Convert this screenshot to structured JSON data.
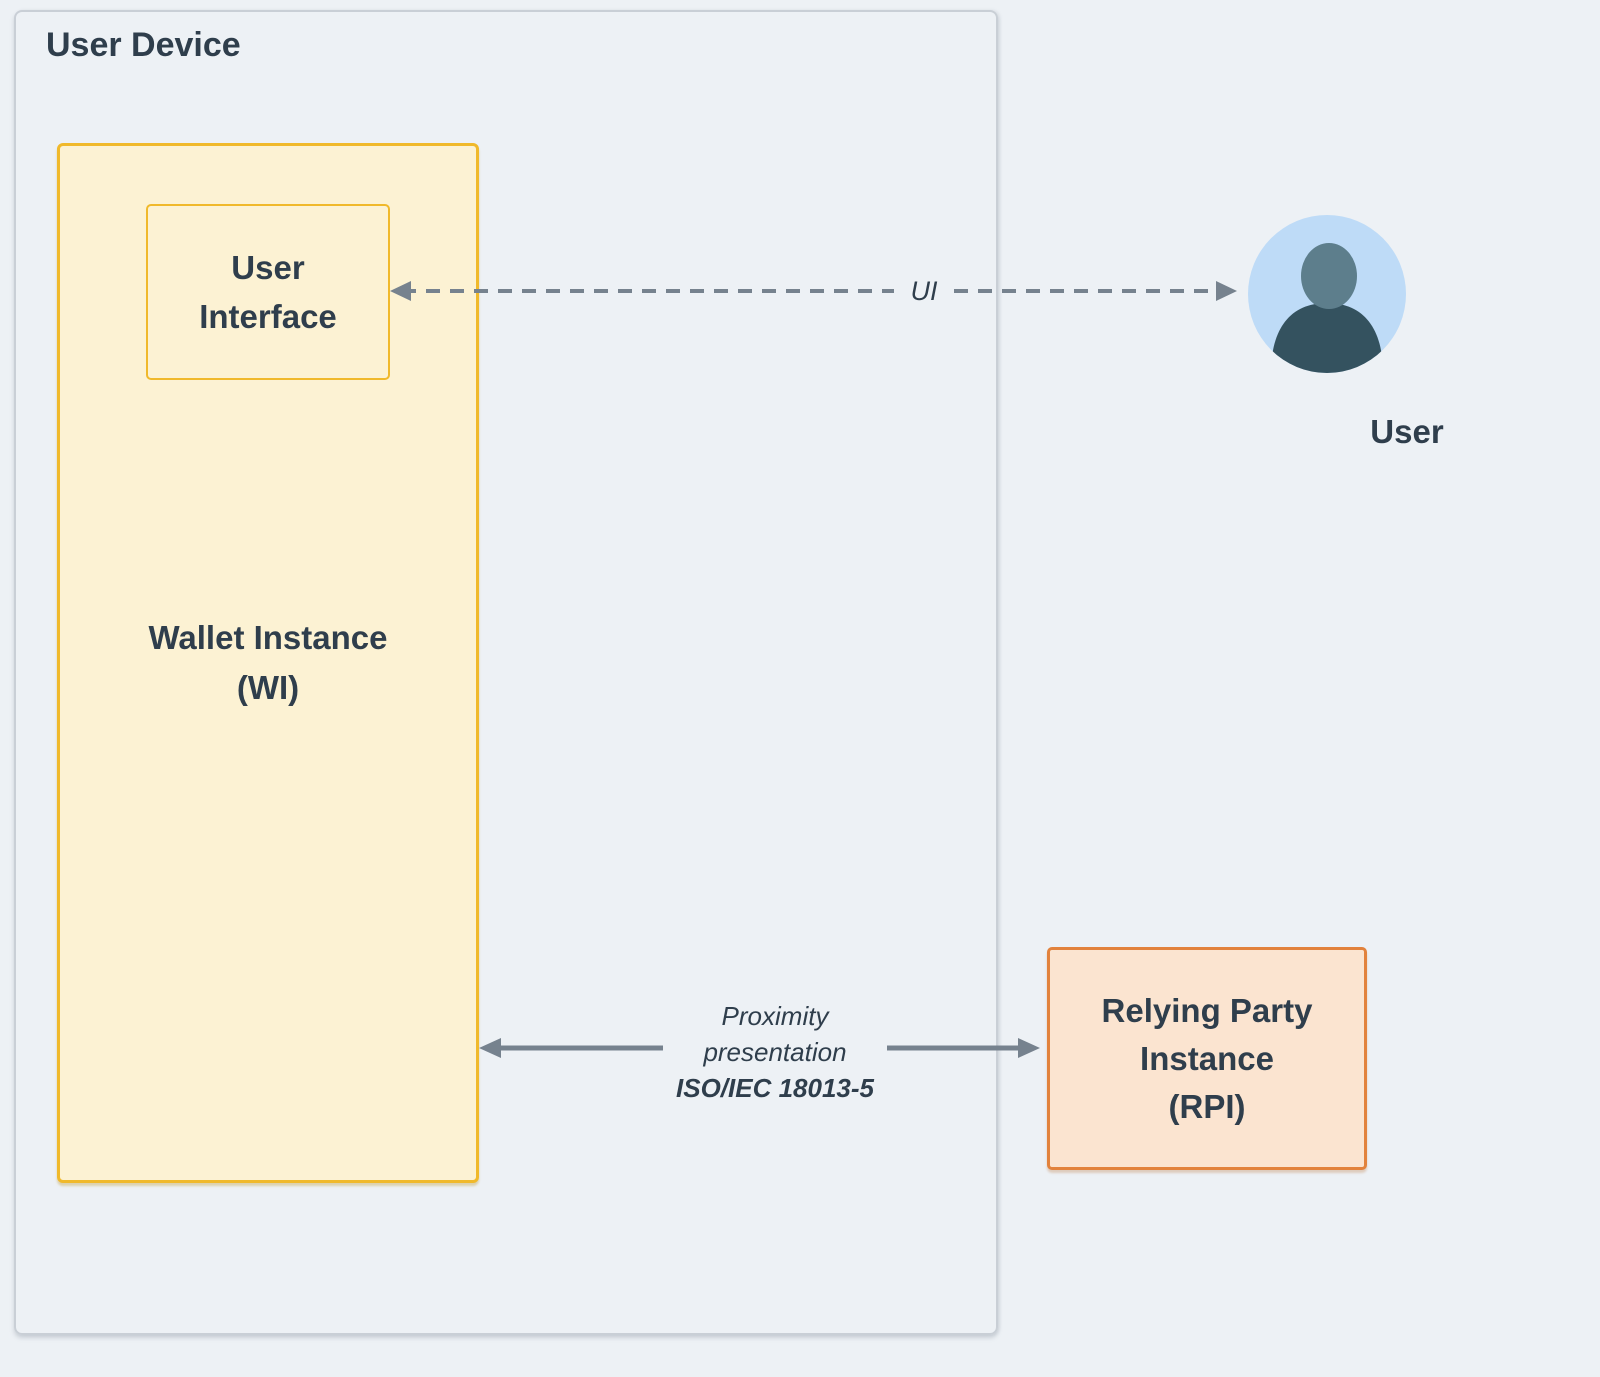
{
  "colors": {
    "page_bg": "#edf1f5",
    "container_border": "#c9cfd6",
    "wallet_fill": "#fcf2d3",
    "wallet_border": "#f0b92b",
    "rpi_fill": "#fbe4d0",
    "rpi_border": "#e2823c",
    "avatar_bg": "#bedbf7",
    "avatar_head": "#5d7e8c",
    "avatar_body": "#34525f",
    "arrow": "#76828e",
    "text": "#2f3e4c"
  },
  "container": {
    "title": "User Device"
  },
  "nodes": {
    "user_interface": {
      "line1": "User",
      "line2": "Interface"
    },
    "wallet_instance": {
      "line1": "Wallet Instance",
      "line2": "(WI)"
    },
    "relying_party": {
      "line1": "Relying Party",
      "line2": "Instance",
      "line3": "(RPI)"
    },
    "user": {
      "label": "User",
      "icon": "person-avatar-icon"
    }
  },
  "edges": {
    "ui": {
      "label": "UI"
    },
    "proximity": {
      "line1": "Proximity",
      "line2": "presentation",
      "line3": "ISO/IEC 18013-5"
    }
  }
}
